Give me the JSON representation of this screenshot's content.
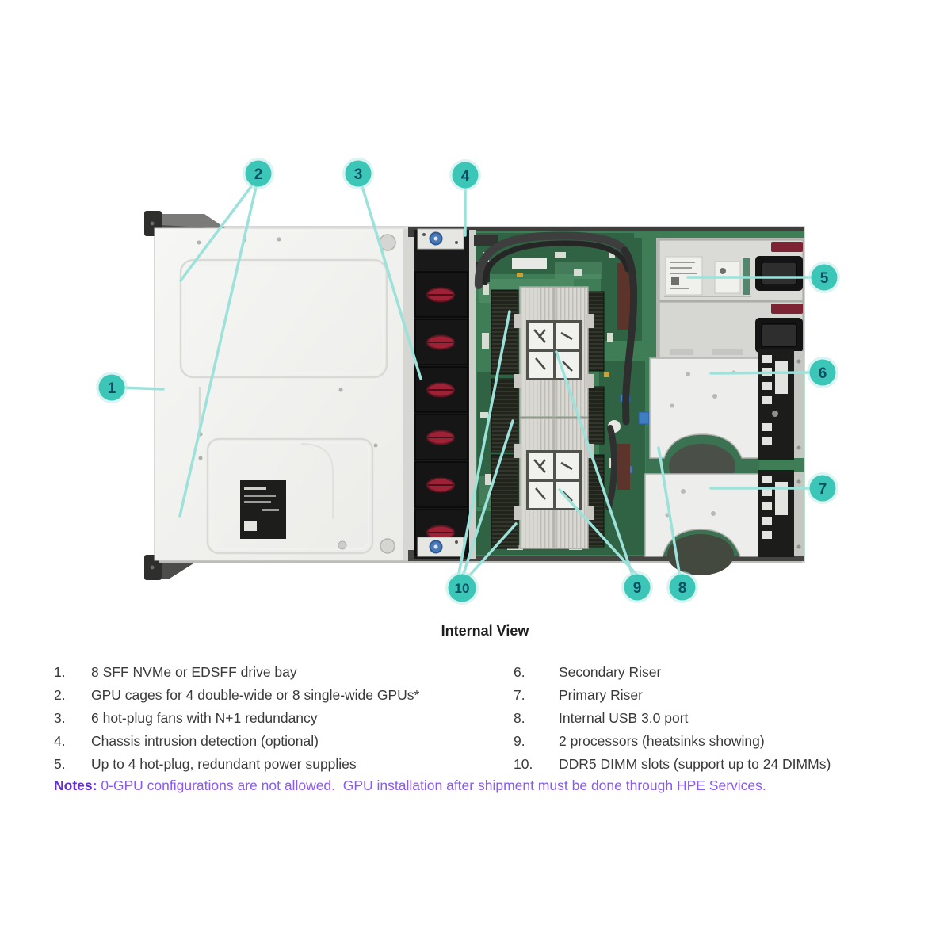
{
  "figure": {
    "title": "Internal View",
    "accent_color": "#3cc6b8",
    "callout_text_color": "#0c4f63",
    "leader_line_color": "#9ce2da",
    "callouts": [
      {
        "label": "1"
      },
      {
        "label": "2"
      },
      {
        "label": "3"
      },
      {
        "label": "4"
      },
      {
        "label": "5"
      },
      {
        "label": "6"
      },
      {
        "label": "7"
      },
      {
        "label": "8"
      },
      {
        "label": "9"
      },
      {
        "label": "10"
      }
    ]
  },
  "legend": {
    "left": [
      {
        "num": "1.",
        "text": "8 SFF NVMe or EDSFF drive bay"
      },
      {
        "num": "2.",
        "text": "GPU cages for 4 double-wide or 8 single-wide GPUs*"
      },
      {
        "num": "3.",
        "text": "6 hot-plug fans with N+1 redundancy"
      },
      {
        "num": "4.",
        "text": "Chassis intrusion detection (optional)"
      },
      {
        "num": "5.",
        "text": "Up to 4 hot-plug, redundant power supplies"
      }
    ],
    "right": [
      {
        "num": "6.",
        "text": "Secondary Riser"
      },
      {
        "num": "7.",
        "text": "Primary Riser"
      },
      {
        "num": "8.",
        "text": "Internal USB 3.0 port"
      },
      {
        "num": "9.",
        "text": "2 processors (heatsinks showing)"
      },
      {
        "num": "10.",
        "text": "DDR5 DIMM slots (support up to 24 DIMMs)"
      }
    ]
  },
  "notes": {
    "label": "Notes:",
    "text": " 0-GPU configurations are not allowed.  GPU installation after shipment must be done through HPE Services."
  }
}
